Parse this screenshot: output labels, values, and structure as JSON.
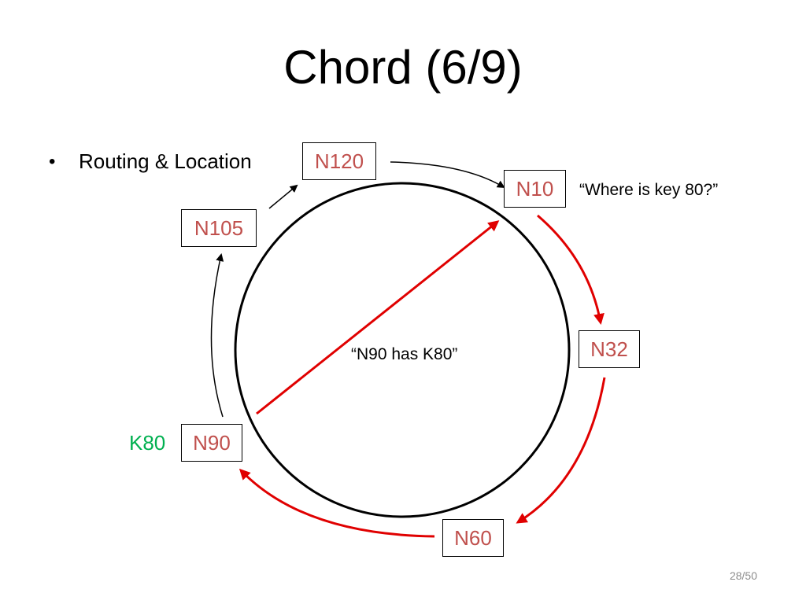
{
  "slide": {
    "title": "Chord (6/9)",
    "bullet": "Routing & Location",
    "page_number": "28/50"
  },
  "diagram": {
    "nodes": [
      "N120",
      "N10",
      "N105",
      "N32",
      "N90",
      "N60"
    ],
    "key": "K80",
    "query_caption": "“Where is key 80?”",
    "answer_caption": "“N90 has K80”"
  },
  "colors": {
    "node_text": "#c0504d",
    "lookup_path": "#e00000",
    "key_text": "#00b050",
    "ring": "#000000"
  }
}
